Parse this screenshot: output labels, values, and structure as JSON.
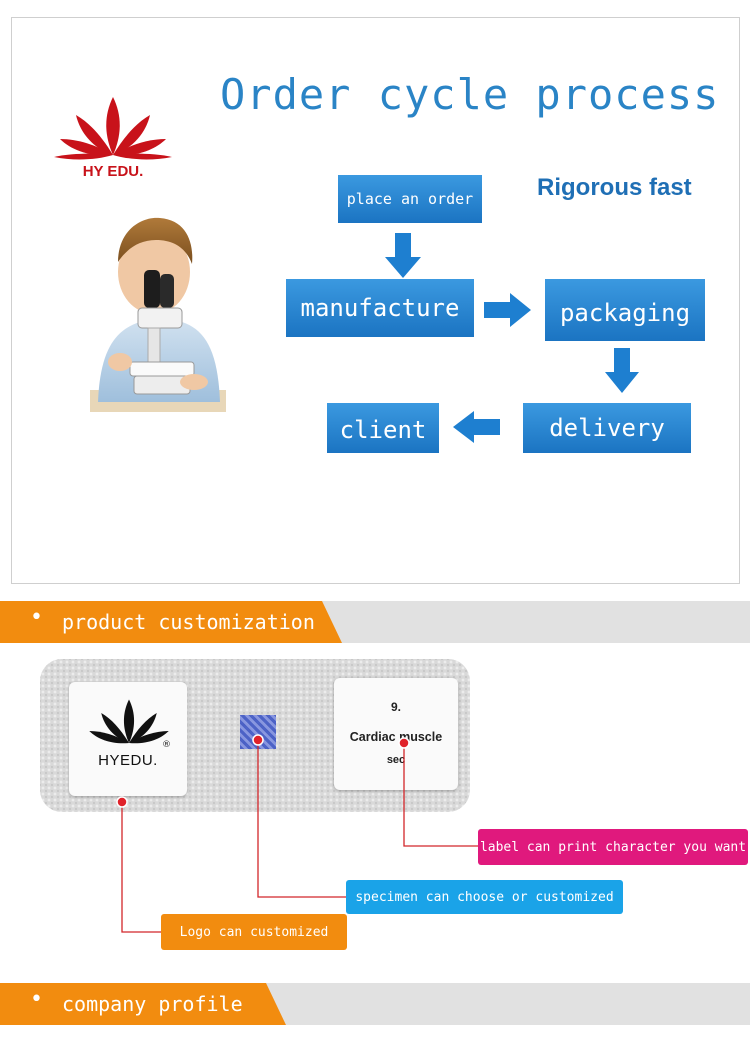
{
  "order_cycle": {
    "title": "Order cycle process",
    "brand": "HY EDU.",
    "tagline": "Rigorous fast",
    "steps": {
      "place_order": "place an order",
      "manufacture": "manufacture",
      "packaging": "packaging",
      "delivery": "delivery",
      "client": "client"
    }
  },
  "sections": {
    "customization": {
      "bullet": "•",
      "title": "product customization"
    },
    "company": {
      "bullet": "•",
      "title": "company profile"
    }
  },
  "slide_demo": {
    "logo_label": "HYEDU.",
    "registered_mark": "®",
    "label_number": "9.",
    "label_line1": "Cardiac muscle",
    "label_line2": "sec"
  },
  "callouts": {
    "label": "label can print character you want",
    "specimen": "specimen can choose or customized",
    "logo": "Logo can customized"
  },
  "colors": {
    "accent_blue": "#1b74c2",
    "title_blue": "#2a84c6",
    "brand_red": "#c8121a",
    "section_orange": "#f28c0f",
    "callout_magenta": "#e0197d",
    "callout_blue": "#1aa3e8",
    "callout_orange": "#f28c0f"
  },
  "icons": {
    "brand_logo": "lotus-logo-icon",
    "photo": "boy-with-microscope-photo"
  }
}
